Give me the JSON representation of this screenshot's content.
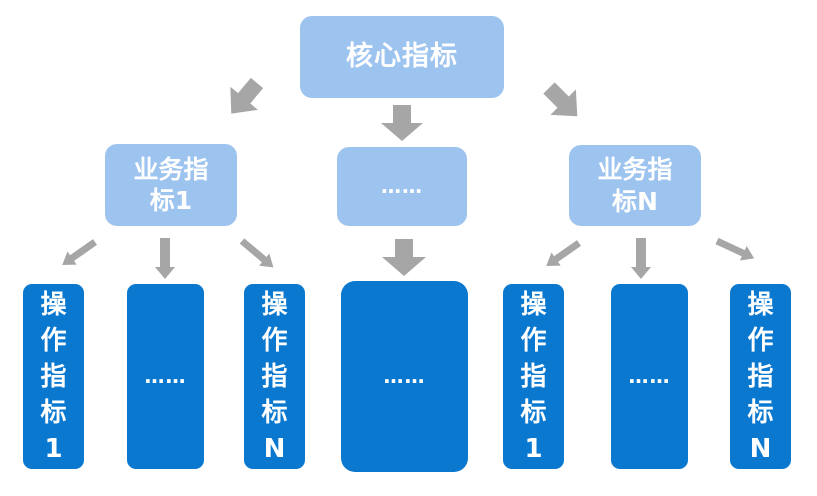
{
  "root": {
    "label": "核心指标"
  },
  "level2": [
    {
      "label": "业务指\n标1"
    },
    {
      "label": "……"
    },
    {
      "label": "业务指\n标N"
    }
  ],
  "leaves": [
    {
      "label": "操\n作\n指\n标\n1"
    },
    {
      "label": "……"
    },
    {
      "label": "操\n作\n指\n标\nN"
    },
    {
      "label": "……"
    },
    {
      "label": "操\n作\n指\n标\n1"
    },
    {
      "label": "……"
    },
    {
      "label": "操\n作\n指\n标\nN"
    }
  ],
  "colors": {
    "light_box": "#9dc3ef",
    "dark_box": "#0b78d0",
    "arrow": "#a6a6a6",
    "text": "#ffffff"
  }
}
